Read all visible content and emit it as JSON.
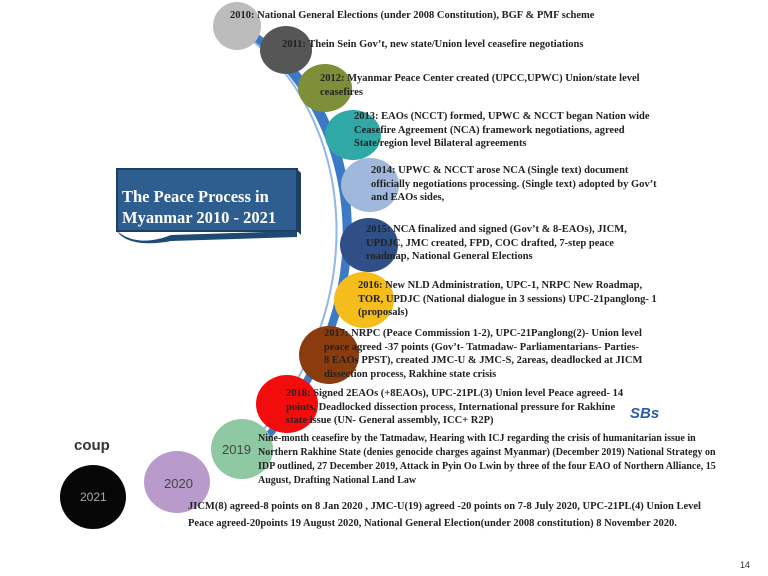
{
  "banner": {
    "line1": "The Peace Process in",
    "line2": "Myanmar 2010 - 2021"
  },
  "timeline": [
    {
      "text": "2010: National General Elections (under 2008 Constitution), BGF & PMF scheme",
      "color": "#bcbcbc"
    },
    {
      "text": "2011: Thein Sein Gov’t, new state/Union level ceasefire negotiations",
      "color": "#565656"
    },
    {
      "text": "2012: Myanmar Peace Center created (UPCC,UPWC) Union/state level ceasefires",
      "color": "#7e8f39"
    },
    {
      "text": "2013: EAOs (NCCT) formed, UPWC & NCCT began Nation wide Ceasefire Agreement (NCA) framework negotiations, agreed State/region level Bilateral agreements",
      "color": "#2fa8a6"
    },
    {
      "text": "2014: UPWC & NCCT arose NCA (Single text) document officially negotiations processing. (Single text) adopted by Gov’t and EAOs sides,",
      "color": "#9fb8dc"
    },
    {
      "text": "2015: NCA finalized and signed (Gov’t & 8-EAOs), JICM, UPDJC, JMC created, FPD, COC drafted, 7-step peace roadmap, National General Elections",
      "color": "#2f4f86"
    },
    {
      "text": "2016: New NLD Administration, UPC-1, NRPC New Roadmap, TOR, UPDJC (National dialogue in 3 sessions) UPC-21panglong- 1 (proposals)",
      "color": "#f4bd1c"
    },
    {
      "text": "2017: NRPC (Peace Commission 1-2), UPC-21Panglong(2)- Union level peace agreed -37 points (Gov’t- Tatmadaw- Parliamentarians- Parties- 8 EAOs PPST), created JMC-U & JMC-S, 2areas, deadlocked at JICM dissection process, Rakhine state crisis",
      "color": "#8b3c0f"
    },
    {
      "text": "2018: Signed 2EAOs (+8EAOs), UPC-21PL(3) Union level Peace agreed- 14 points, Deadlocked dissection process, International pressure for Rakhine state issue (UN- General assembly, ICC+ R2P)",
      "color": "#f20c0c"
    },
    {
      "year": "2019",
      "text": "Nine-month ceasefire by the Tatmadaw, Hearing with ICJ regarding the crisis of humanitarian issue in Northern Rakhine State (denies genocide charges against Myanmar) (December 2019) National Strategy on IDP outlined, 27 December 2019, Attack in Pyin Oo Lwin by three of the four EAO of Northern Alliance, 15 August, Drafting National Land Law",
      "color": "#8ec9a3"
    },
    {
      "year": "2020",
      "text": "JICM(8) agreed-8 points on 8 Jan 2020 , JMC-U(19) agreed -20 points on 7-8 July 2020, UPC-21PL(4) Union Level Peace agreed-20points 19 August 2020, National General Election(under 2008 constitution) 8 November 2020.",
      "color": "#b99bcb"
    },
    {
      "year": "2021",
      "color": "#060606"
    }
  ],
  "coup_label": "coup",
  "logo_text": "SBs",
  "page_number": "14"
}
